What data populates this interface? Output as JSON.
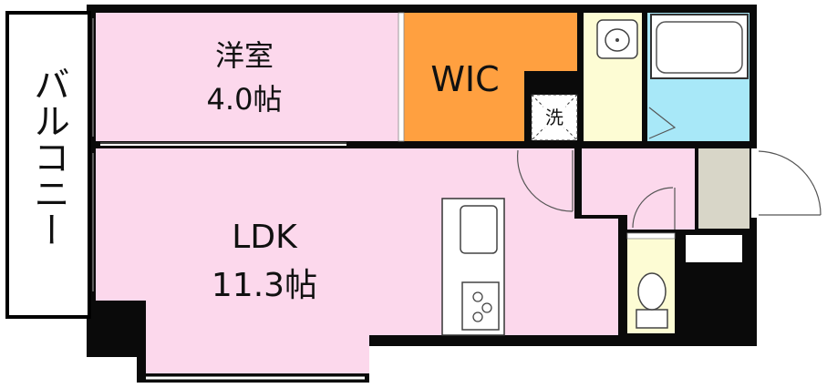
{
  "floorplan": {
    "balcony": {
      "label": "バルコニー"
    },
    "bedroom": {
      "name": "洋室",
      "size": "4.0帖"
    },
    "closet": {
      "name": "WIC"
    },
    "washer": {
      "name": "洗"
    },
    "living": {
      "name": "LDK",
      "size": "11.3帖"
    },
    "colors": {
      "bedroom": "#fcd8ec",
      "living": "#fcd8ec",
      "closet": "#ffa040",
      "wet_area": "#fdfcd4",
      "bath": "#a8e8f8",
      "hall": "#fcd8ec",
      "storage": "#d8d6c8",
      "wall": "#0a0a0a"
    },
    "icons": [
      "sink-icon",
      "bathtub-icon",
      "toilet-icon",
      "stove-icon",
      "kitchen-sink-icon",
      "door-swing-icon"
    ]
  }
}
